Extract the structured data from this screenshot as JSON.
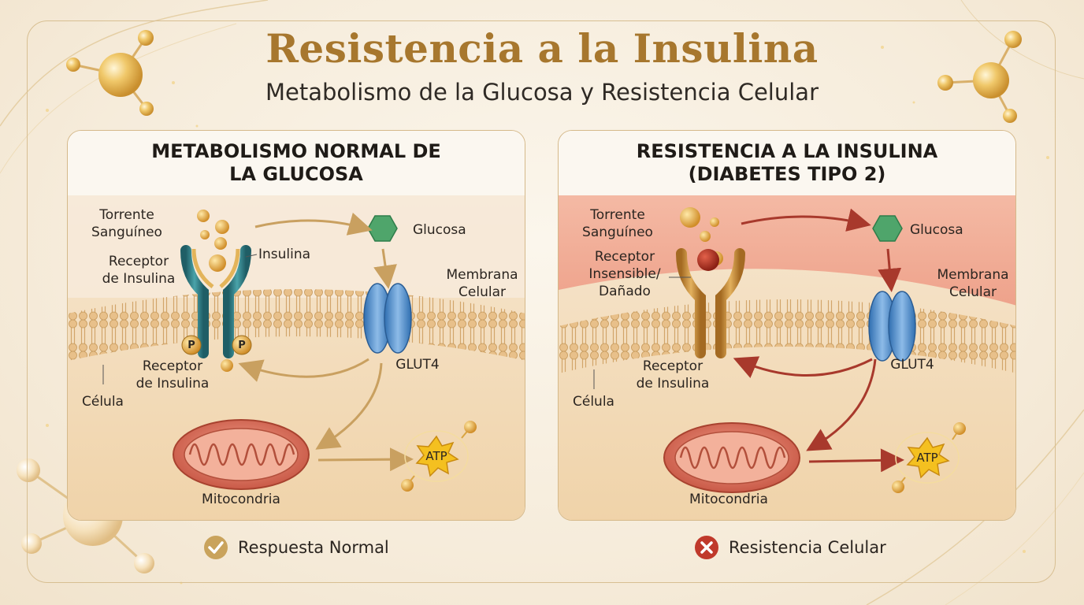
{
  "title": "Resistencia a la Insulina",
  "subtitle": "Metabolismo de la Glucosa y Resistencia Celular",
  "colors": {
    "title_gold": "#a7772e",
    "normal_receptor": "#2f7f86",
    "damaged_receptor": "#c08a37",
    "glut4": "#4a8ccf",
    "glucose": "#4fa56b",
    "mitochondria": "#d86a55",
    "atp": "#f2b51d",
    "normal_arrow": "#c9a060",
    "resistance_arrow": "#a8392c",
    "check_badge": "#c9a35c",
    "error_badge": "#c0392b"
  },
  "panels": {
    "normal": {
      "heading": "METABOLISMO NORMAL DE\nLA GLUCOSA",
      "labels": {
        "bloodstream": "Torrente\nSanguíneo",
        "glucose": "Glucosa",
        "insulin": "Insulina",
        "receptor_top": "Receptor\nde Insulina",
        "membrane": "Membrana\nCelular",
        "glut4": "GLUT4",
        "receptor_bottom": "Receptor\nde Insulina",
        "cell": "Célula",
        "phosphate_1": "P",
        "phosphate_2": "P",
        "mitochondria": "Mitocondria",
        "atp": "ATP"
      },
      "footer": {
        "icon": "check-icon",
        "text": "Respuesta Normal"
      }
    },
    "resistance": {
      "heading": "RESISTENCIA A LA INSULINA\n(DIABETES TIPO 2)",
      "labels": {
        "bloodstream": "Torrente\nSanguíneo",
        "glucose": "Glucosa",
        "receptor_top": "Receptor\nInsensible/\nDañado",
        "membrane": "Membrana\nCelular",
        "glut4": "GLUT4",
        "receptor_bottom": "Receptor\nde Insulina",
        "cell": "Célula",
        "mitochondria": "Mitocondria",
        "atp": "ATP"
      },
      "footer": {
        "icon": "x-icon",
        "text": "Resistencia Celular"
      }
    }
  }
}
